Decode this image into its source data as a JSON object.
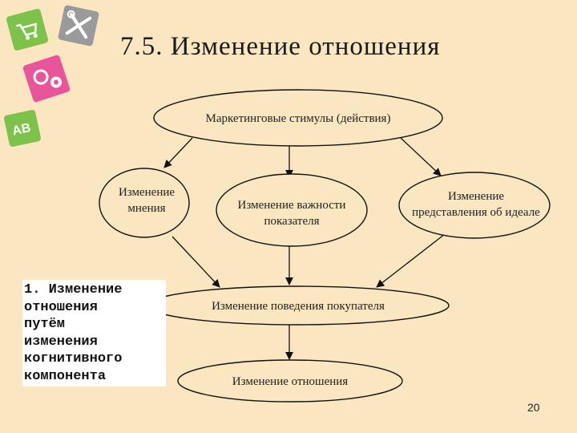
{
  "slide": {
    "title": "7.5. Изменение отношения",
    "page_number": "20"
  },
  "diagram": {
    "top": "Маркетинговые стимулы (действия)",
    "left_lines": [
      "Изменение",
      "мнения"
    ],
    "center_lines": [
      "Изменение важности",
      "показателя"
    ],
    "right_lines": [
      "Изменение",
      "представления об идеале"
    ],
    "behavior": "Изменение поведения покупателя",
    "attitude": "Изменение отношения"
  },
  "side_note": {
    "lines": [
      "1. Изменение",
      "отношения",
      "путём",
      "изменения",
      "когнитивного",
      "компонента"
    ]
  },
  "colors": {
    "background": "#fbe6c2",
    "deco_green": "#7dc24a",
    "deco_gray": "#9a9a9a",
    "deco_pink": "#e8559a"
  }
}
